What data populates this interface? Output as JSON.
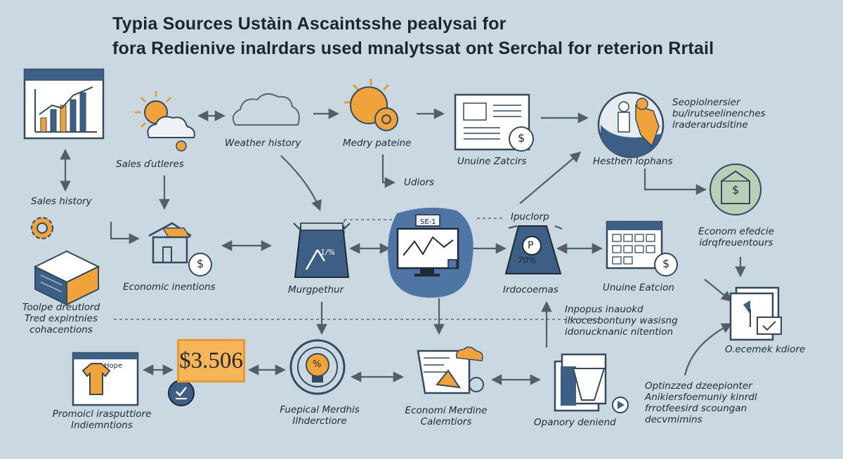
{
  "title": {
    "line1": "Typia  Sources Ustàin Ascaintsshe pealysai for",
    "line2": "fora Redienive inalrdars used mnalytssat ont Serchal for reterion Rrtail"
  },
  "nodes": {
    "sales_history": "Sales history",
    "sales_factors": "Sales ɗutleres",
    "weather_history": "Weather history",
    "medry_pateine": "Medry pateine",
    "unuine_zatcirs": "Unuine Zatcirs",
    "udiors": "Udiors",
    "hesthen_lophans": "Hesthen lophans",
    "seop_note": [
      "Seopiolnersier",
      "bu/irutseelinenches",
      "lraderarudsitine"
    ],
    "economic_inentions": "Economic inentions",
    "murgpethur": "Murgpethur",
    "center_sign": "SE-1",
    "ipuclorp": "Ipuclorp",
    "percent_badge": "70%",
    "indoocemas": "Irdocoemas",
    "unuine_eatcion": "Unuine Eatcion",
    "econom_efedcie": [
      "Econom efedcie",
      "idrqfreuentours"
    ],
    "toolpe_note": [
      "Toolpe dreutlord",
      "Tred expintnies",
      "cohacentions"
    ],
    "inpopus_note": [
      "Inpopus inauokd",
      "ilkocesbontuny wasisng",
      "idonucknanic nitention"
    ],
    "o_ecemek": "O.ecemek kdiore",
    "promoicl": [
      "Promoicl irasputtiore",
      "Indiemntions"
    ],
    "hope_tag": "Hope",
    "money_value": "$3.506",
    "percent_sign": "%",
    "fuepical": [
      "Fuepical Merdhis",
      "Ilhderctiore"
    ],
    "economi_merdine": [
      "Economi Merdine",
      "Calemtiors"
    ],
    "opanory": "Opanory deniend",
    "optimized_note": [
      "Optinzzed dzeepionter",
      "Anikiersfoemuniy kinrdl",
      "frrotfeesird scoungan",
      "decvmimins"
    ],
    "dollar": "$",
    "p_letter": "P",
    "pct_small": "1/%"
  },
  "colors": {
    "background": "#c9d8e1",
    "navy": "#3d5f86",
    "orange": "#f0a33a",
    "arrow": "#555e66",
    "white": "#ffffff",
    "center_blob": "#4f75a5"
  }
}
